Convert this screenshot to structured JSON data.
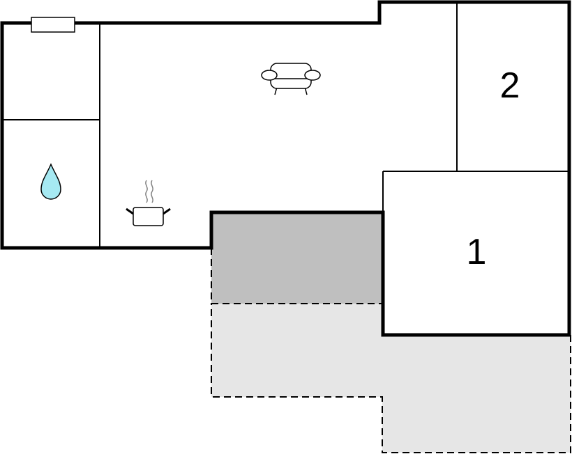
{
  "plan": {
    "rooms": [
      {
        "id": "bedroom-1",
        "label": "1"
      },
      {
        "id": "bedroom-2",
        "label": "2"
      }
    ],
    "symbols": [
      {
        "room": "living-room",
        "icon": "sofa-icon"
      },
      {
        "room": "kitchen",
        "icon": "cooking-pot-icon"
      },
      {
        "room": "bathroom",
        "icon": "water-drop-icon"
      },
      {
        "room": "entrance",
        "icon": "window-icon"
      }
    ],
    "areas": [
      {
        "id": "covered-terrace",
        "fill": "#bfbfbf"
      },
      {
        "id": "open-terrace",
        "fill": "#e6e6e6"
      }
    ],
    "colors": {
      "wall": "#000000",
      "water_drop": "#a6e9f2",
      "steam": "#808080"
    }
  }
}
